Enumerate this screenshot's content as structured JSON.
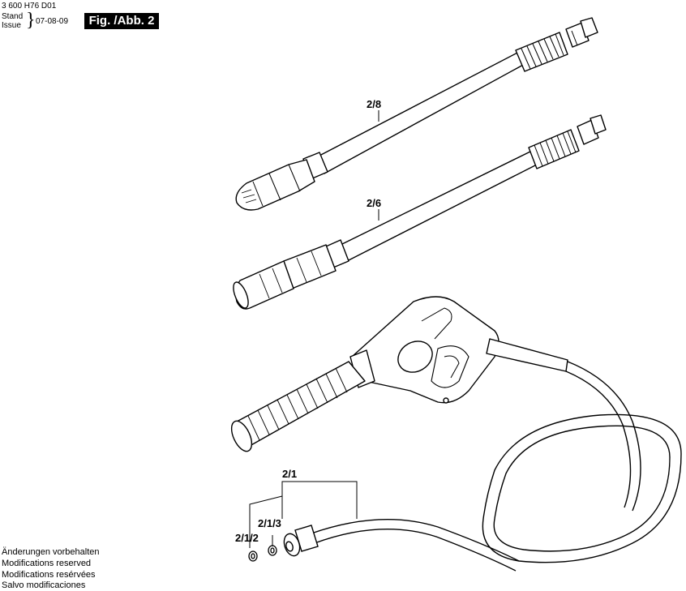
{
  "header": {
    "part_number": "3 600 H76 D01",
    "stand_label": "Stand",
    "issue_label": "Issue",
    "issue_date": "07-08-09",
    "figure_label": "Fig. /Abb. 2"
  },
  "callouts": {
    "lance_2_8": "2/8",
    "lance_2_6": "2/6",
    "hose_2_1": "2/1",
    "oring_2_1_3": "2/1/3",
    "oring_2_1_2": "2/1/2"
  },
  "footer": {
    "line_de": "Änderungen vorbehalten",
    "line_en": "Modifications reserved",
    "line_fr": "Modifications resérvées",
    "line_es": "Salvo modificaciones"
  }
}
